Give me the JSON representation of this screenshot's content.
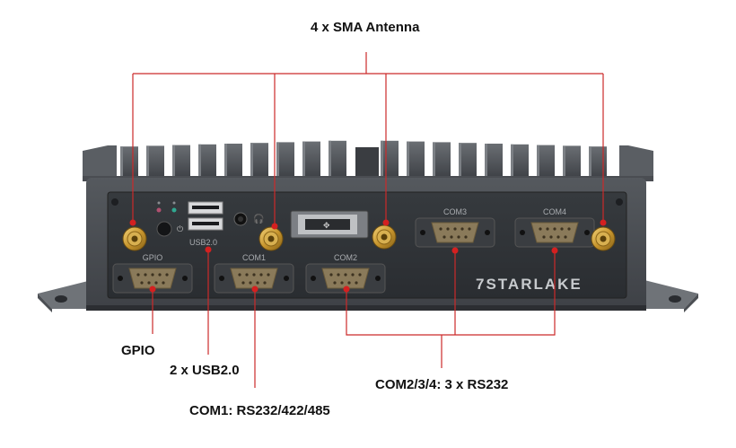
{
  "callouts": {
    "antenna": "4 x SMA Antenna",
    "gpio": "GPIO",
    "usb": "2 x USB2.0",
    "com1": "COM1: RS232/422/485",
    "com234": "COM2/3/4: 3 x RS232"
  },
  "panel_labels": {
    "gpio": "GPIO",
    "usb": "USB2.0",
    "com1": "COM1",
    "com2": "COM2",
    "com3": "COM3",
    "com4": "COM4"
  },
  "brand": "7STARLAKE",
  "colors": {
    "leader_line": "#cc2a2a",
    "marker_dot": "#d42020",
    "chassis": "#4a4d52",
    "panel": "#2f3236"
  }
}
